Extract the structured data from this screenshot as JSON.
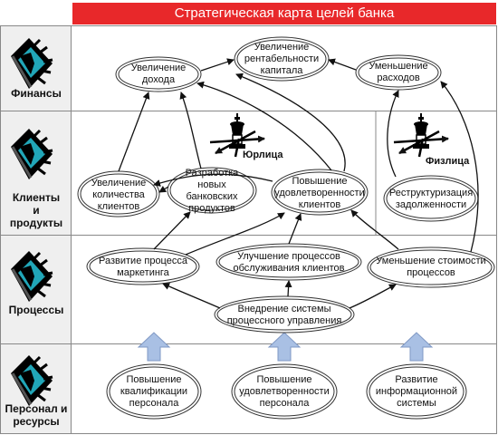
{
  "title": "Стратегическая карта целей банка",
  "lanes": [
    {
      "label": "Финансы"
    },
    {
      "label": "Клиенты и продукты"
    },
    {
      "label": "Процессы"
    },
    {
      "label": "Персонал и ресурсы"
    }
  ],
  "nodes": {
    "revenue_growth": "Увеличение дохода",
    "profitability": "Увеличение рентабельности капитала",
    "cost_reduction": "Уменьшение расходов",
    "client_count": "Увеличение количества клиентов",
    "new_products": "Разработка новых банковских продуктов",
    "satisfaction": "Повышение удовлетворенности клиентов",
    "debt_restructuring": "Реструктуризация задолженности",
    "marketing": "Развитие процесса маркетинга",
    "service_process": "Улучшение процессов обслуживания клиентов",
    "process_costs": "Уменьшение стоимости процессов",
    "process_mgmt": "Внедрение системы процессного управления",
    "staff_qualification": "Повышение квалификации персонала",
    "staff_satisfaction": "Повышение удовлетворенности персонала",
    "info_system": "Развитие информационной системы"
  },
  "segments": {
    "legal": "Юрлица",
    "individual": "Физлица"
  },
  "colors": {
    "title_bg": "#e8282a",
    "lane_bg": "#efefef",
    "icon_eye": "#21a6b8",
    "block_arrow": "#a9c0e4"
  }
}
